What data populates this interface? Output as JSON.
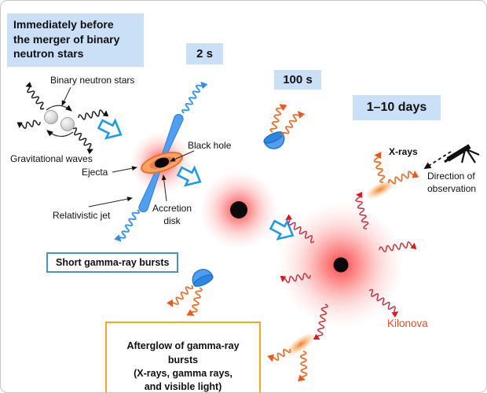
{
  "header": {
    "title": "Immediately before\nthe merger of binary\nneutron stars"
  },
  "timeline": {
    "t1": "2 s",
    "t2": "100 s",
    "t3": "1–10 days"
  },
  "labels": {
    "binary": "Binary neutron stars",
    "grav_waves": "Gravitational waves",
    "ejecta": "Ejecta",
    "rel_jet": "Relativistic jet",
    "black_hole": "Black hole",
    "accretion": "Accretion\ndisk",
    "xrays": "X-rays",
    "direction": "Direction of\nobservation",
    "kilonova": "Kilonova"
  },
  "callouts": {
    "short_grb": "Short gamma-ray bursts",
    "afterglow": "Afterglow of gamma-ray bursts\n(X-rays, gamma rays,\nand visible light)"
  },
  "icons": {
    "telescope": "telescope-icon",
    "stage_arrow": "block-arrow-right-icon",
    "gravitational_wave": "wavy-arrow-icon",
    "jet_remnant": "blue-cup-icon"
  },
  "colors": {
    "label_box_bg": "#c9e0f6",
    "accent_blue": "#2b8fe8",
    "jet_blue": "#4f9ef2",
    "grb_box_border": "#4a90d9",
    "afterglow_box_border": "#f5a623",
    "disk_orange": "#f8a268",
    "wave_orange": "#e8702a",
    "wave_red": "#c23a46",
    "kilonova_text": "#e84c2c",
    "glow_red": "#fb5252"
  }
}
